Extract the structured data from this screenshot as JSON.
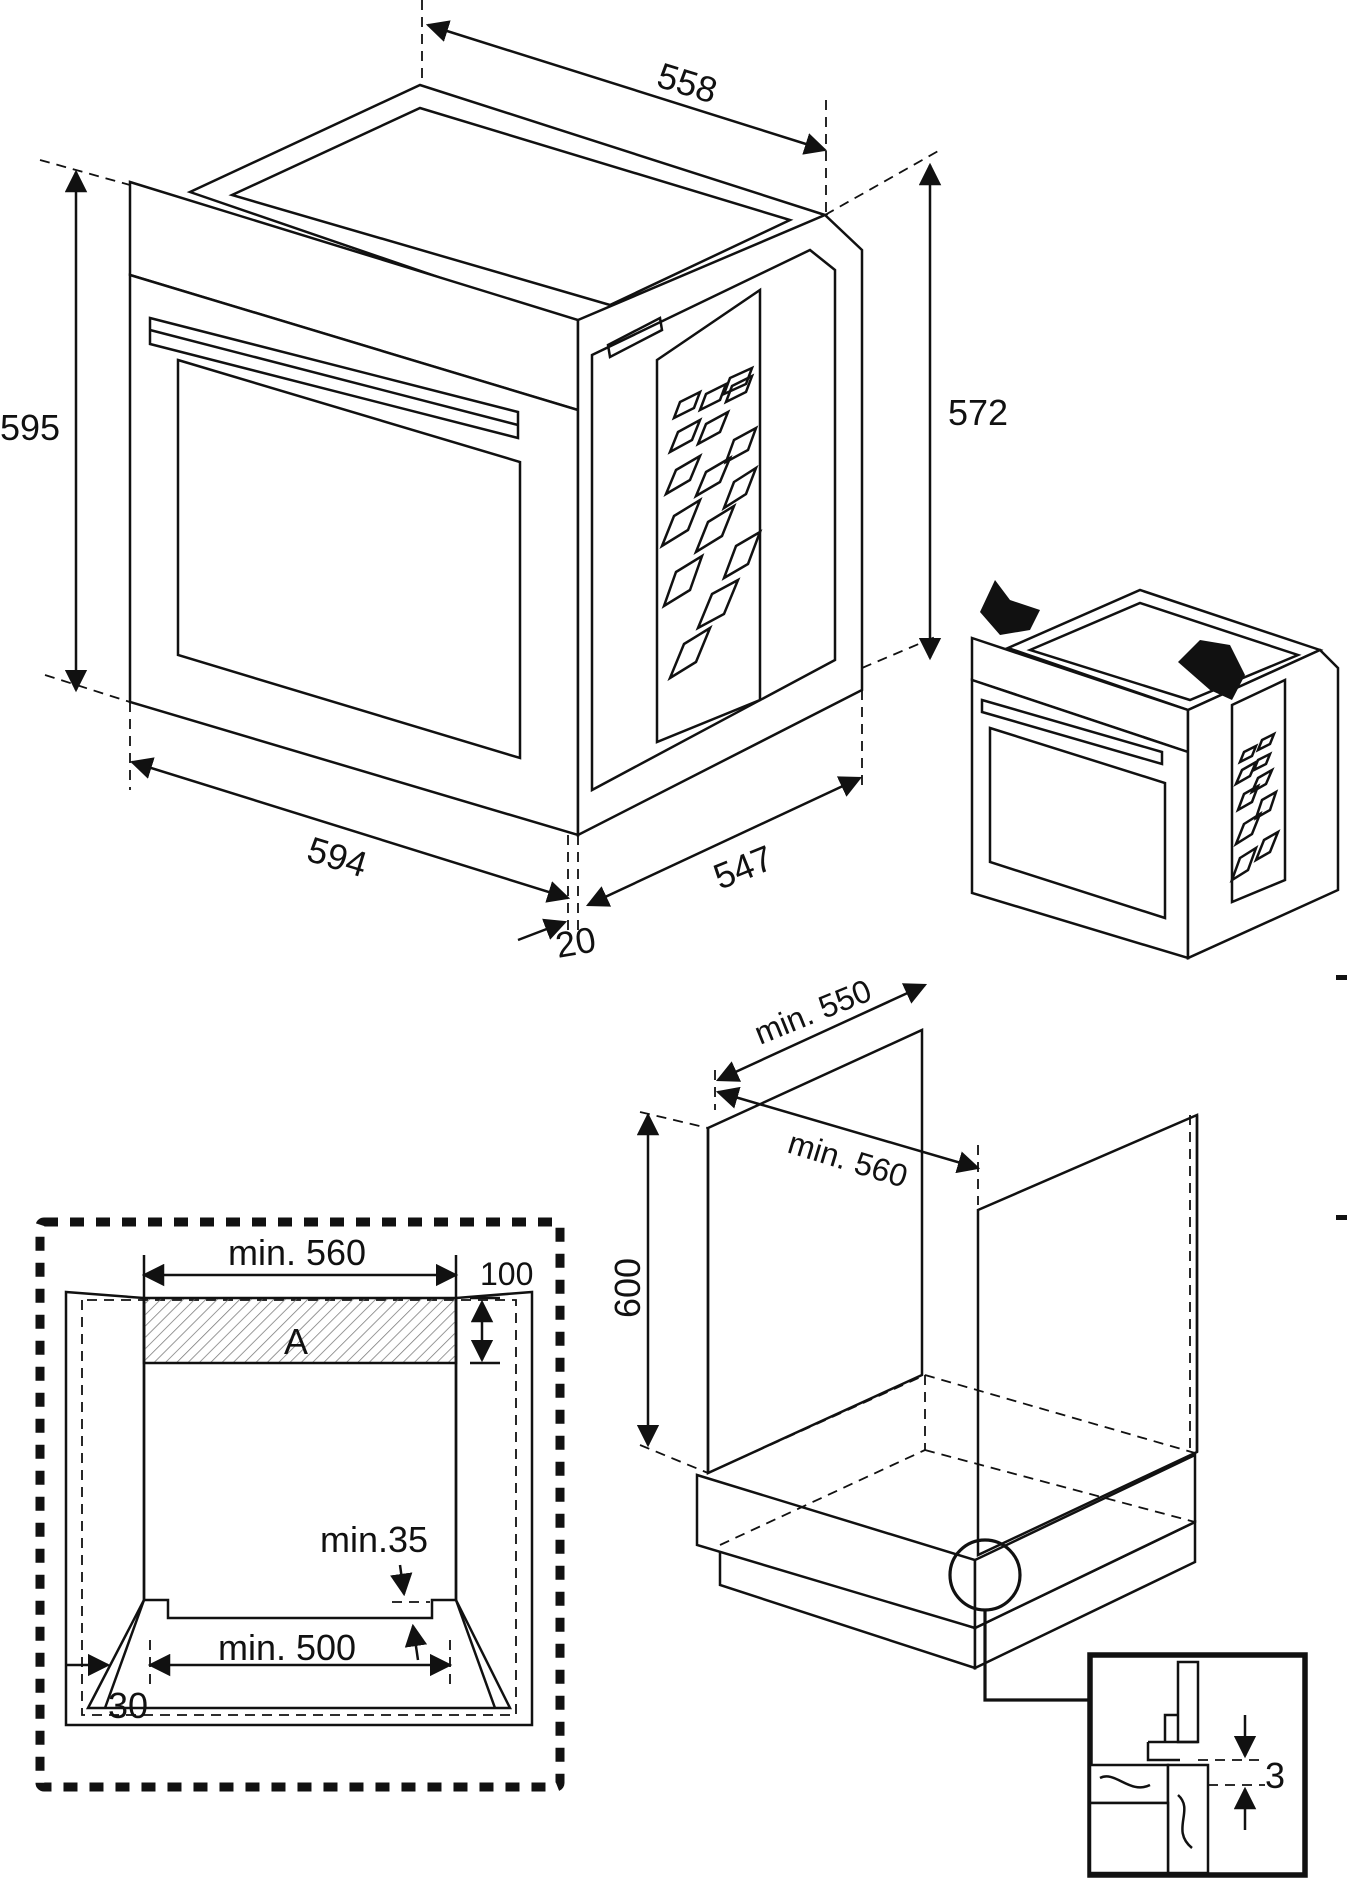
{
  "oven_dimensions": {
    "width": "558",
    "height_front": "595",
    "height_side": "572",
    "front_width": "594",
    "depth": "547",
    "door_offset": "20"
  },
  "cabinet_dimensions": {
    "depth_min_top": "min. 550",
    "width_min_top": "min. 560",
    "height": "600"
  },
  "front_view": {
    "width_min": "min. 560",
    "top_gap": "100",
    "zone_label": "A",
    "bottom_gap": "min.35",
    "bottom_width_min": "min. 500",
    "side_gap": "30"
  },
  "detail": {
    "gap_label": "3"
  },
  "colors": {
    "line": "#111111",
    "background": "#ffffff"
  }
}
